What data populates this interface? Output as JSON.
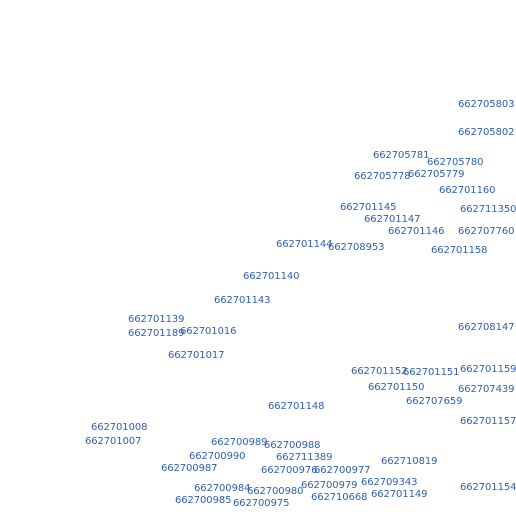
{
  "map": {
    "label_color": "#2f5fb4",
    "background_color": "#ffffff",
    "labels": [
      "662705803",
      "662705802",
      "662705781",
      "662705780",
      "662705778",
      "662705779",
      "662701160",
      "662701145",
      "662711350",
      "662701147",
      "662701146",
      "662707760",
      "662701144",
      "662708953",
      "662701158",
      "662701140",
      "662701143",
      "662701139",
      "662701189",
      "662701016",
      "662708147",
      "662701017",
      "662701152",
      "662701151",
      "662701159",
      "662701150",
      "662707439",
      "662707659",
      "662701148",
      "662701157",
      "662701008",
      "662701007",
      "662700989",
      "662700988",
      "662700990",
      "662711389",
      "662700987",
      "662700976",
      "662700977",
      "662710819",
      "662709343",
      "662700984",
      "662700980",
      "662700979",
      "662701154",
      "662710668",
      "662701149",
      "662700985",
      "662700975"
    ]
  }
}
